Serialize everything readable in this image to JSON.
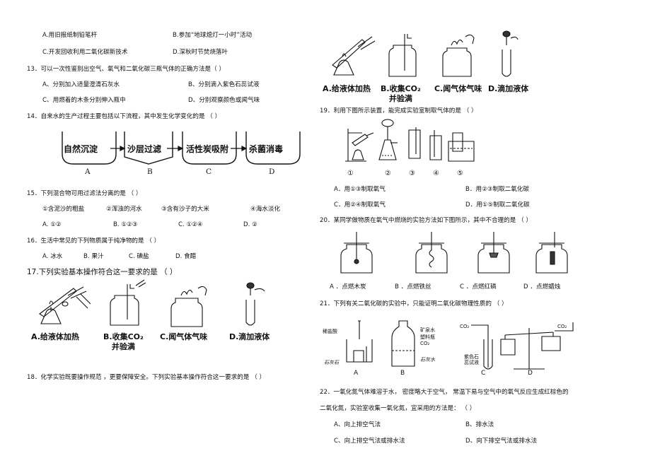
{
  "left": {
    "q12_options": {
      "A": "A.用旧报纸制铅笔杆",
      "B": "B.参加“地球熄灯一小时”活动",
      "C": "C.开发回收利用二氧化碳新技术",
      "D": "D.深秋时节焚烧落叶"
    },
    "q13": {
      "stem": "13．可以一次性鉴别出空气、氧气和二氧化碳三瓶气体的正确方法是（              ）",
      "A": "A、分别加入适量澄清石灰水",
      "B": "B、分别滴入紫色石蕊试液",
      "C": "C、用燃着的木条分别伸入瓶中",
      "D": "D、分别观察颜色或闻气味"
    },
    "q14": {
      "stem": "14．自来水的生产过程主要包括以下流程，其中发生化学变化的是            （     ）",
      "steps": [
        "自然沉淀",
        "沙层过滤",
        "活性炭吸附",
        "杀菌消毒"
      ],
      "letters": [
        "A",
        "B",
        "C",
        "D"
      ]
    },
    "q15": {
      "stem": "15．下列混合物可用过滤法分离的是     （     ）",
      "items": [
        "①含泥沙的粗盐",
        "②浑浊的河水",
        "③含有沙子的大米",
        "④海水淡化"
      ],
      "A": "A. ①②",
      "B": "B. ①②③",
      "C": "C. ①②④",
      "D": "D. ②"
    },
    "q16": {
      "stem": "16．生活中常见的下列物质属于纯净物的是        （      ）",
      "A": "A. 冰水",
      "B": "B. 果汁",
      "C": "C. 碘盐",
      "D": "D. 食醋"
    },
    "q17": {
      "stem": "17.下列实验基本操作符合这一要求的是          （       ）",
      "A": "A.给液体加热",
      "B": "B.收集CO₂\n并验满",
      "C": "C.闻气体气味",
      "D": "D.滴加液体"
    },
    "q18": {
      "stem": "18．化学实验既要操作规范     ，更要保障安全。下列实验基本操作符合这一要求的是           （     ）"
    }
  },
  "right": {
    "top_captions": {
      "A": "A.给液体加热",
      "B": "B.收集CO₂\n并验满",
      "C": "C.闻气体气味",
      "D": "D.滴加液体"
    },
    "q19": {
      "stem": "19．利用下图所示装置，能完成实验室制取气体的是                  （       ）",
      "nums": [
        "①",
        "②",
        "③",
        "④",
        "⑤"
      ],
      "A": "A．用①③制取氧气",
      "B": "B．用②③制取二氧化碳",
      "C": "C．用②④制取氧气",
      "D": "D．用①⑤制取二氧化碳"
    },
    "q20": {
      "stem": "20．某同学做物质在氧气中燃烧的实验方法如下图所示，其中不合理的是              （     ）",
      "captions": [
        "A  ．点燃木炭",
        "B  ．点燃铁丝",
        "C  ．点燃红磷",
        "D  ．点燃蜡烛"
      ]
    },
    "q21": {
      "stem": "21．下列有关二氧化碳的实验中，只能证明二氧化碳物理性质的       （     ）",
      "labels": {
        "hcl": "稀盐酸",
        "limestone": "石灰石",
        "mineral": "矿泉水",
        "plastic": "塑料瓶",
        "co2": "CO₂",
        "water": "石灰水",
        "litmus": "紫色石\n蕊试液",
        "co2_c": "CO₂",
        "co2_d": "CO₂"
      },
      "letters": [
        "A",
        "B",
        "C",
        "D"
      ]
    },
    "q22": {
      "stem1": "22．一氧化氮气体难溶于水，     密度略大于空气，   常温下易与空气中的氧气反应生成红棕色的",
      "stem2": "二氧化氮，实验室收集一氧化氮，宜采用的方法是：          （          ）",
      "A": "A、向上排空气法",
      "B": "B、排水法",
      "C": "C、向上排空气法或排水法",
      "D": "D、向下排空气法或排水法"
    }
  }
}
